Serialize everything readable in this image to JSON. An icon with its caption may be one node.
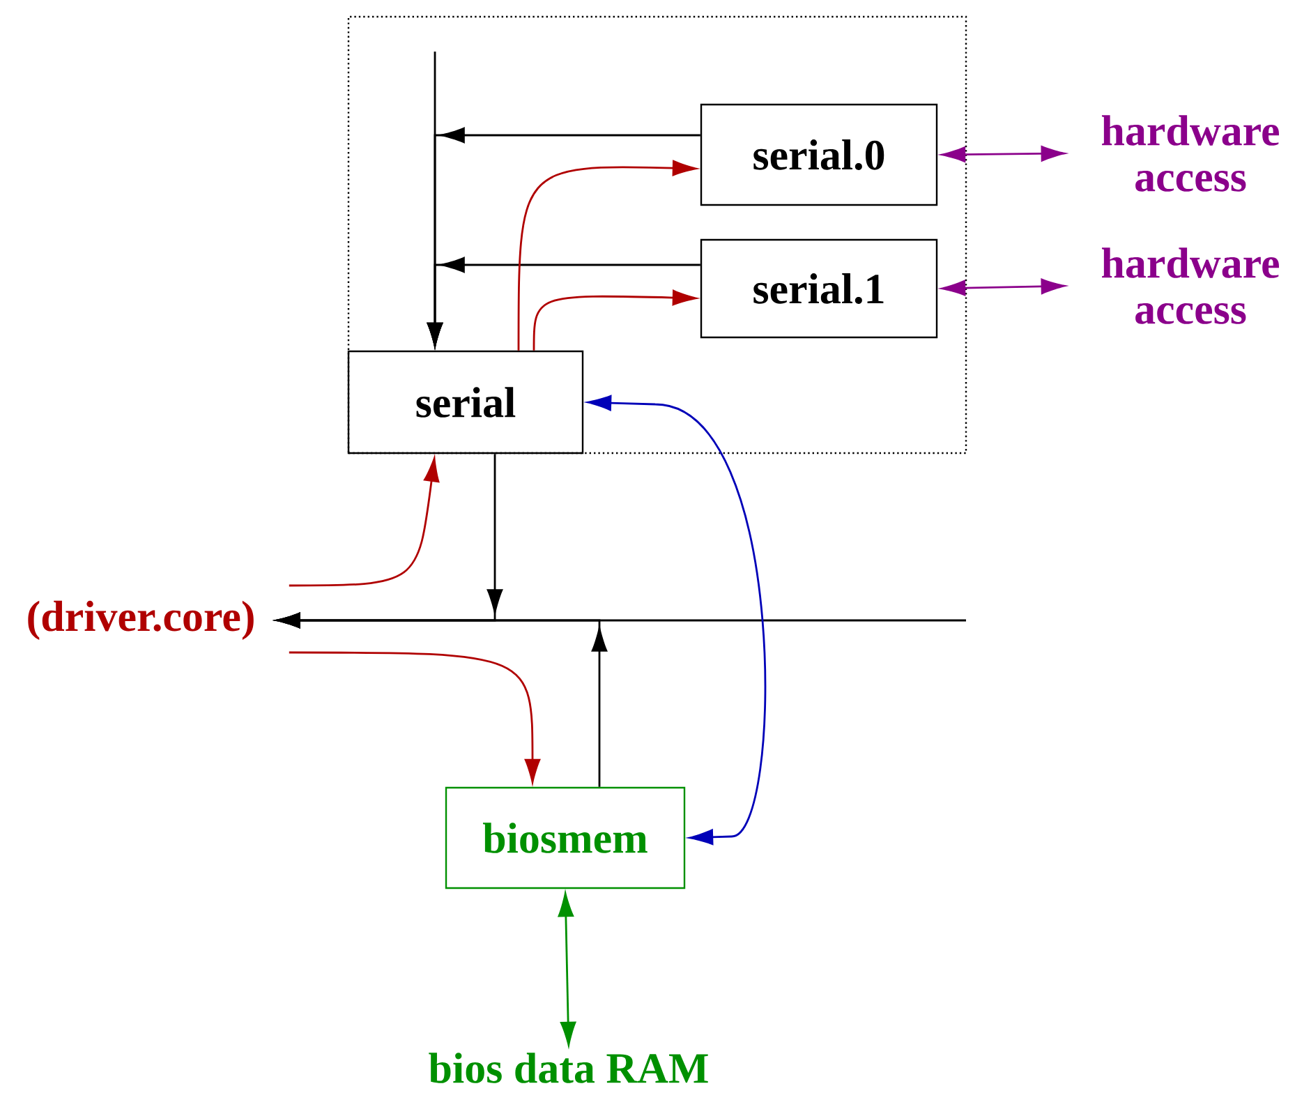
{
  "diagram": {
    "nodes": [
      {
        "text": [],
        "shape": "box"
      },
      {
        "text": [
          "serial.0"
        ],
        "in": 0
      },
      {
        "text": [
          "serial.1"
        ],
        "in": 0
      },
      {
        "text": [
          "serial"
        ],
        "in": 0
      },
      {
        "text": [
          "(driver.core)"
        ]
      },
      {
        "text": [
          "biosmem"
        ]
      },
      {
        "text": [
          "hardware access"
        ]
      },
      {
        "text": [
          "hardware access"
        ]
      },
      {
        "text": [
          "bios data RAM"
        ]
      }
    ],
    "edges": [
      {
        "from": null,
        "to": 3,
        "arrow": "to"
      },
      {
        "from": 1,
        "to": 3,
        "arrow": "to"
      },
      {
        "from": 2,
        "to": 3,
        "arrow": "to"
      },
      {
        "from": 3,
        "to": 4,
        "arrow": "to"
      },
      {
        "from": 5,
        "to": 4,
        "arrow": "to"
      },
      {
        "from": null,
        "to": 4,
        "arrow": "to"
      },
      {
        "from": 4,
        "to": 3,
        "arrow": "to",
        "color": "#b00000"
      },
      {
        "from": 4,
        "to": 5,
        "arrow": "to",
        "color": "#b00000"
      },
      {
        "from": 3,
        "to": 1,
        "arrow": "to",
        "color": "#b00000"
      },
      {
        "from": 3,
        "to": 2,
        "arrow": "to",
        "color": "#b00000"
      },
      {
        "from": 3,
        "to": 5,
        "arrow": "both",
        "color": "#0000b8"
      },
      {
        "from": 1,
        "to": 6,
        "arrow": "both",
        "color": "#8b008b"
      },
      {
        "from": 2,
        "to": 7,
        "arrow": "both",
        "color": "#8b008b"
      },
      {
        "from": 5,
        "to": 8,
        "arrow": "both",
        "color": "#009000"
      }
    ]
  }
}
